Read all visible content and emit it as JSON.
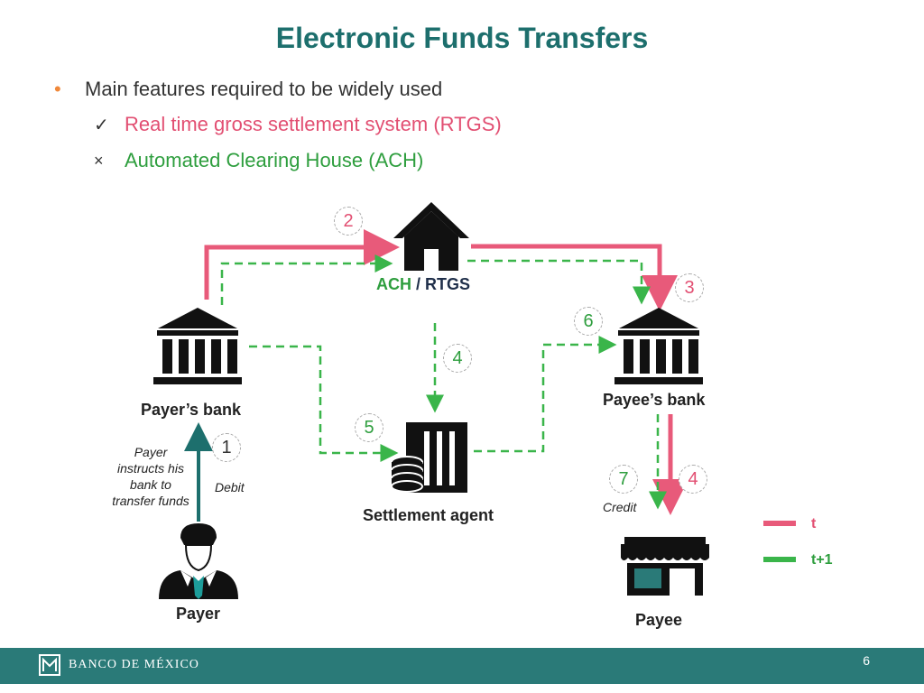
{
  "title": "Electronic Funds Transfers",
  "bullets": {
    "main": "Main features required to be widely used",
    "item1": "Real time gross settlement system (RTGS)",
    "item2": "Automated Clearing House (ACH)"
  },
  "nodes": {
    "ach_part": "ACH",
    "rtgs_part": "/ RTGS",
    "payers_bank": "Payer’s bank",
    "payees_bank": "Payee’s bank",
    "settlement_agent": "Settlement agent",
    "payer": "Payer",
    "payee": "Payee"
  },
  "notes": {
    "payer_instructs": "Payer instructs his bank to transfer funds",
    "debit": "Debit",
    "credit": "Credit"
  },
  "steps": [
    "1",
    "2",
    "3",
    "4",
    "4",
    "5",
    "6",
    "7"
  ],
  "legend": {
    "t": "t",
    "t1": "t+1"
  },
  "footer": {
    "logo": "BANCO DE MÉXICO",
    "page": "6"
  },
  "colors": {
    "title": "#1d6f6d",
    "t": "#e85a7a",
    "t1": "#3ab54a",
    "teal": "#1d6f6d"
  }
}
